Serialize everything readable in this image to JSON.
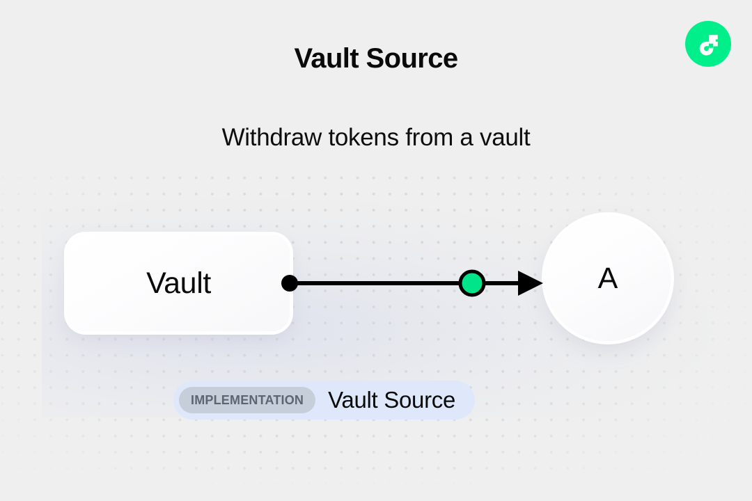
{
  "page": {
    "title": "Vault Source",
    "subtitle": "Withdraw tokens from a vault",
    "background_color": "#efefef"
  },
  "brand": {
    "logo_icon": "flow-logo-icon",
    "logo_color": "#00ef8b",
    "mark_color": "#ffffff"
  },
  "diagram": {
    "nodes": [
      {
        "id": "vault",
        "label": "Vault",
        "shape": "rounded-rectangle",
        "fill": "#ffffff"
      },
      {
        "id": "a",
        "label": "A",
        "shape": "circle",
        "fill": "#ffffff"
      }
    ],
    "edge": {
      "from": "vault",
      "to": "a",
      "source_handle_icon": "source-handle-dot-icon",
      "source_handle_color": "#000000",
      "midpoint_handle_icon": "flow-port-dot-icon",
      "midpoint_handle_color": "#00e58a",
      "midpoint_handle_stroke": "#000000",
      "arrow_icon": "arrow-head-icon",
      "line_color": "#000000"
    }
  },
  "footer": {
    "tag_label": "IMPLEMENTATION",
    "name": "Vault Source",
    "badge_color": "#dfe8fa",
    "tag_color": "#c6ced9",
    "tag_text_color": "#5d6572"
  }
}
